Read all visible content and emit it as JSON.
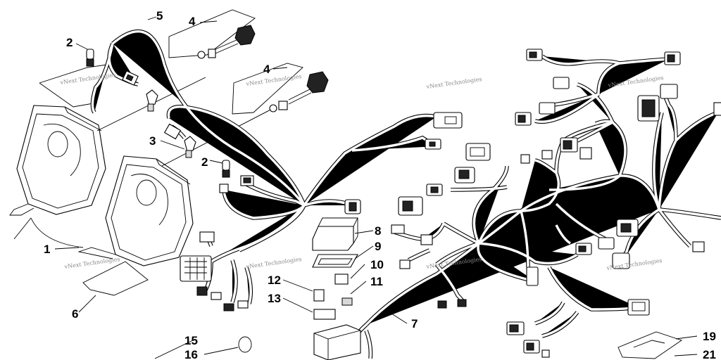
{
  "callouts": {
    "c1": "1",
    "c2a": "2",
    "c2b": "2",
    "c3": "3",
    "c4a": "4",
    "c4b": "4",
    "c5": "5",
    "c6": "6",
    "c7": "7",
    "c8": "8",
    "c9": "9",
    "c10": "10",
    "c11": "11",
    "c12": "12",
    "c13": "13",
    "c15": "15",
    "c16": "16",
    "c19": "19",
    "c21": "21"
  },
  "watermark": {
    "text": "vNext Technologies"
  }
}
